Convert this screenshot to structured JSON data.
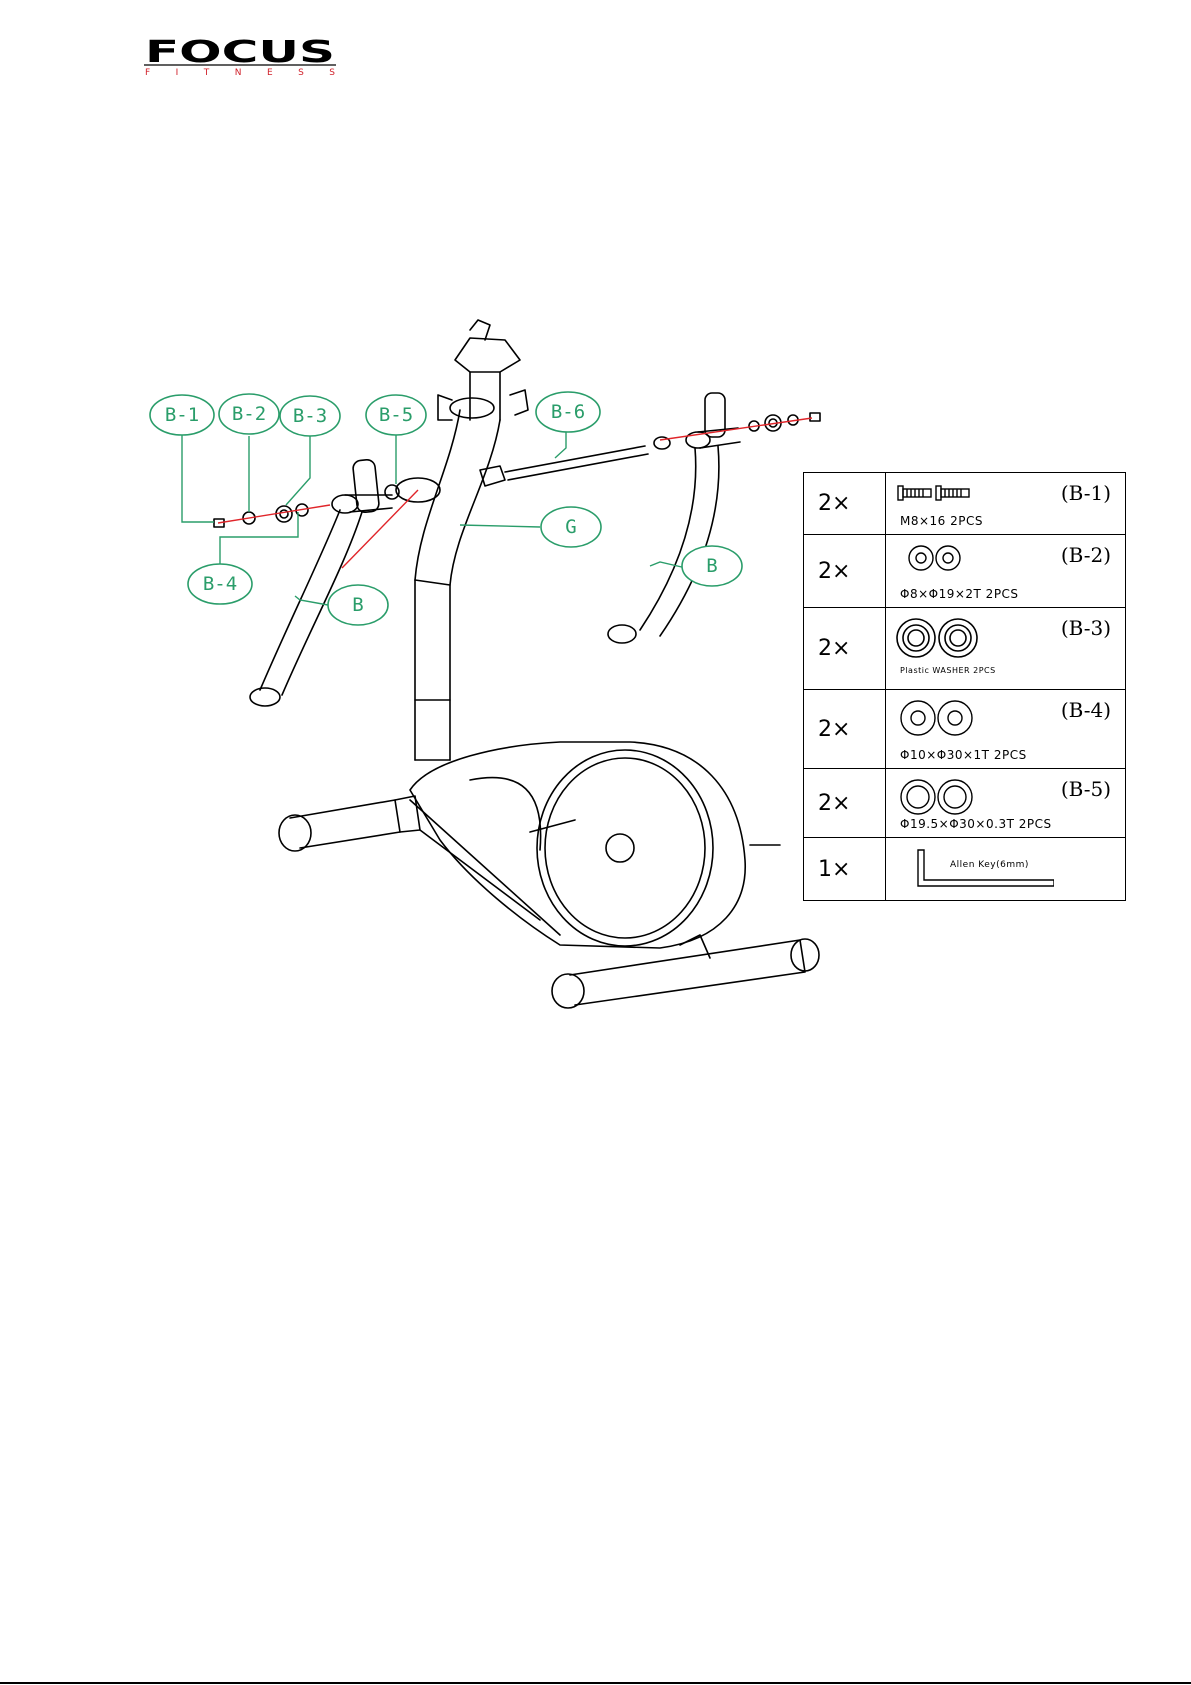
{
  "logo": {
    "brand": "FOCUS",
    "sub": "FITNESS",
    "brand_color": "#000000",
    "sub_color": "#d0202a"
  },
  "callouts": [
    {
      "id": "B-1",
      "label": "B-1"
    },
    {
      "id": "B-2",
      "label": "B-2"
    },
    {
      "id": "B-3",
      "label": "B-3"
    },
    {
      "id": "B-5",
      "label": "B-5"
    },
    {
      "id": "B-6",
      "label": "B-6"
    },
    {
      "id": "B-4",
      "label": "B-4"
    },
    {
      "id": "B-left",
      "label": "B"
    },
    {
      "id": "G",
      "label": "G"
    },
    {
      "id": "B-right",
      "label": "B"
    }
  ],
  "callout_color": "#2a9d6a",
  "assembly_line_color": "#e0252a",
  "parts": [
    {
      "qty": "2×",
      "code": "(B-1)",
      "spec": "M8×16    2PCS",
      "art": "bolts"
    },
    {
      "qty": "2×",
      "code": "(B-2)",
      "spec": "Φ8×Φ19×2T    2PCS",
      "art": "washers"
    },
    {
      "qty": "2×",
      "code": "(B-3)",
      "spec": "Plastic WASHER    2PCS",
      "art": "plastic-washers"
    },
    {
      "qty": "2×",
      "code": "(B-4)",
      "spec": "Φ10×Φ30×1T    2PCS",
      "art": "washers"
    },
    {
      "qty": "2×",
      "code": "(B-5)",
      "spec": "Φ19.5×Φ30×0.3T    2PCS",
      "art": "washers-thin"
    },
    {
      "qty": "1×",
      "code": "",
      "spec": "Allen Key(6mm)",
      "art": "allen-key"
    }
  ]
}
